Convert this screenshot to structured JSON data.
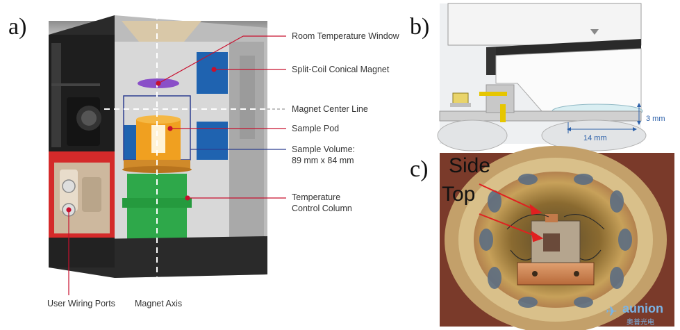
{
  "panels": {
    "a": "a)",
    "b": "b)",
    "c": "c)"
  },
  "callouts": {
    "room_temperature_window": "Room Temperature Window",
    "split_coil_magnet": "Split-Coil Conical Magnet",
    "magnet_center_line": "Magnet Center Line",
    "sample_pod": "Sample Pod",
    "sample_volume_line1": "Sample Volume:",
    "sample_volume_line2": "89 mm x 84 mm",
    "temperature_control_line1": "Temperature",
    "temperature_control_line2": "Control Column",
    "user_wiring_ports": "User Wiring Ports",
    "magnet_axis": "Magnet Axis"
  },
  "panel_b": {
    "dim_height": "3 mm",
    "dim_width": "14 mm"
  },
  "panel_c": {
    "side": "Side",
    "top": "Top"
  },
  "watermark": {
    "brand": "aunion",
    "sub": "奥普光电"
  },
  "colors": {
    "callout_line": "#c8102e",
    "volume_box": "#2c3e8f",
    "magnet_blue": "#1f63b0",
    "pod_orange": "#f0a020",
    "column_green": "#2ea84a",
    "window_purple": "#8a4fc8",
    "red_panel": "#d42a2a"
  }
}
